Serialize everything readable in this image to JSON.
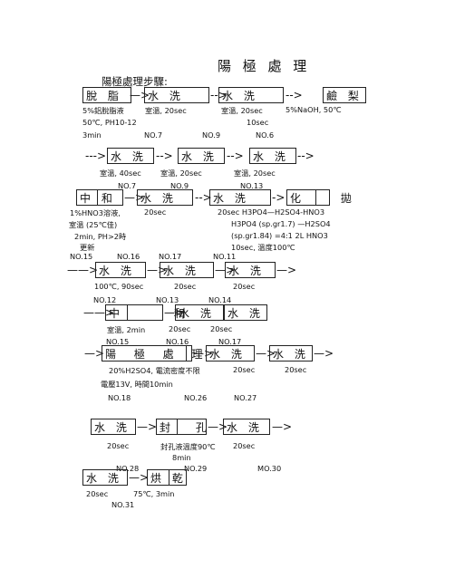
{
  "title": "陽 極 處 理",
  "subtitle": "陽極處理步驟:",
  "row1": {
    "boxes": [
      "脫 脂",
      "水 洗",
      "水 洗",
      "鹼 梨"
    ],
    "arrows": [
      "—>",
      "-->",
      "-->"
    ],
    "lines": [
      [
        "5%鋁脫脂液",
        "室溫, 20sec",
        "室溫, 20sec",
        "5%NaOH, 50℃"
      ],
      [
        "50℃, PH10-12",
        "10sec"
      ],
      [
        "3min",
        "NO.7",
        "NO.9",
        "NO.6"
      ]
    ]
  },
  "row2": {
    "lead": "--->",
    "boxes": [
      "水 洗",
      "水 洗",
      "水 洗"
    ],
    "arrows": [
      "-->",
      "-->",
      "-->"
    ],
    "lines": [
      [
        "室溫, 40sec",
        "室溫, 20sec",
        "室溫, 20sec"
      ],
      [
        "NO.7",
        "NO.9",
        "NO.13"
      ]
    ]
  },
  "row3": {
    "boxes": [
      "中 和",
      "水 洗",
      "水 洗",
      "化 拋"
    ],
    "arrows": [
      "—>",
      "-->",
      "->"
    ],
    "lines": [
      [
        "1%HNO3溶液,",
        "20sec",
        "20sec  H3PO4—H2SO4-HNO3"
      ],
      [
        "室溫 (25℃佳)",
        "H3PO4 (sp.gr1.7) —H2SO4"
      ],
      [
        "2min, PH>2時",
        "(sp.gr1.84) =4:1 2L HNO3"
      ],
      [
        "更新",
        "10sec, 溫度100℃"
      ],
      [
        "NO.15",
        "NO.16",
        "NO.17",
        "NO.11"
      ]
    ]
  },
  "row4": {
    "lead": "——>",
    "boxes": [
      "水 洗",
      "水 洗",
      "水 洗"
    ],
    "arrows": [
      "—>",
      "—>",
      "—>"
    ],
    "lines": [
      [
        "100℃, 90sec",
        "20sec",
        "20sec"
      ],
      [
        "NO.12",
        "NO.13",
        "NO.14"
      ]
    ]
  },
  "row5": {
    "lead": "——>",
    "boxes": [
      "中 和",
      "水 洗",
      "水 洗"
    ],
    "arrows": [
      "—>"
    ],
    "lines": [
      [
        "室溫, 2min",
        "20sec",
        "20sec"
      ],
      [
        "NO.15",
        "NO.16",
        "NO.17"
      ]
    ]
  },
  "row6": {
    "lead": "—>",
    "boxes": [
      "陽 極 處 理",
      "水 洗",
      "水 洗"
    ],
    "arrows": [
      "—>",
      "—>",
      "—>"
    ],
    "lines": [
      [
        "20%H2SO4, 電流密度不限",
        "20sec",
        "20sec"
      ],
      [
        "電壓13V, 時間10min"
      ],
      [
        "NO.18",
        "NO.26",
        "NO.27"
      ]
    ]
  },
  "row7": {
    "boxes": [
      "水 洗",
      "封 孔",
      "水 洗"
    ],
    "arrows": [
      "—>",
      "—>",
      "—>"
    ],
    "lines": [
      [
        "20sec",
        "封孔液溫度90℃",
        "20sec"
      ],
      [
        "8min"
      ],
      [
        "NO.28",
        "NO.29",
        "MO.30"
      ]
    ]
  },
  "row8": {
    "boxes": [
      "水 洗",
      "烘 乾"
    ],
    "arrows": [
      "—>"
    ],
    "lines": [
      [
        "20sec",
        "75℃, 3min"
      ],
      [
        "NO.31"
      ]
    ]
  }
}
